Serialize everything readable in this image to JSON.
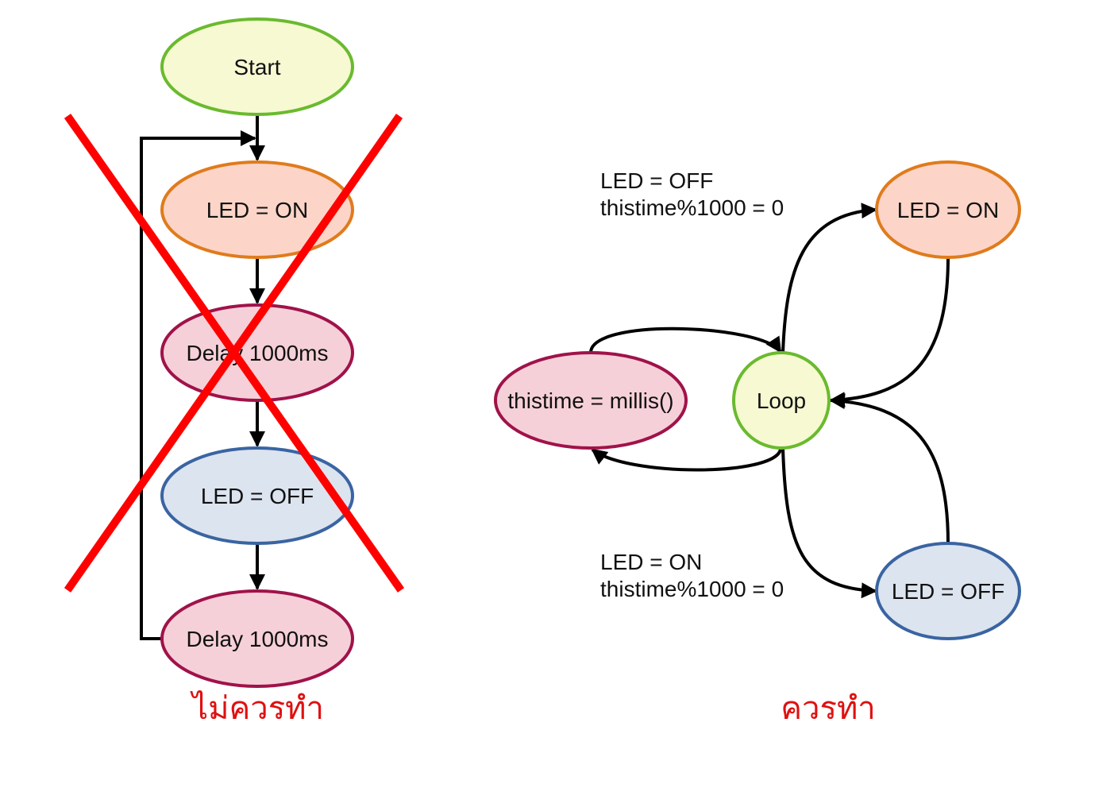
{
  "left": {
    "nodes": {
      "start": "Start",
      "led_on": "LED = ON",
      "delay1": "Delay 1000ms",
      "led_off": "LED = OFF",
      "delay2": "Delay 1000ms"
    },
    "caption": "ไม่ควรทำ"
  },
  "right": {
    "nodes": {
      "loop": "Loop",
      "millis": "thistime = millis()",
      "led_on": "LED = ON",
      "led_off": "LED = OFF"
    },
    "conditions": {
      "to_on": {
        "line1": "LED = OFF",
        "line2": "thistime%1000 = 0"
      },
      "to_off": {
        "line1": "LED = ON",
        "line2": "thistime%1000 = 0"
      }
    },
    "caption": "ควรทำ"
  },
  "colors": {
    "start_fill": "#f6f9d2",
    "start_stroke": "#6aba2e",
    "on_fill": "#fcd5c8",
    "on_stroke": "#e07b1c",
    "delay_fill": "#f6d0d8",
    "delay_stroke": "#a0124a",
    "off_fill": "#dce4ef",
    "off_stroke": "#3a64a2",
    "cross": "#ff0000",
    "caption": "#e01010"
  }
}
